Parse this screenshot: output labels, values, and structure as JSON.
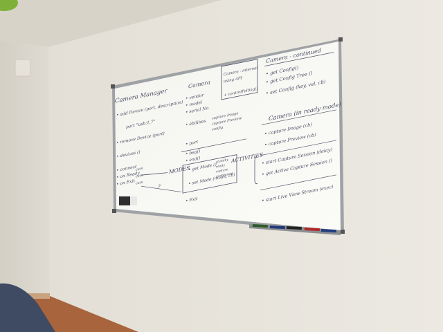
{
  "whiteboard": {
    "section1": {
      "title": "Camera Manager",
      "lines": [
        "• add Device (port, description)",
        "port \"usb:1,7\"",
        "• remove Device (port)",
        "• devices ()",
        "• connect",
        "• on Ready",
        "• on Exit"
      ],
      "side_labels": [
        "cam",
        "cam",
        "cam"
      ]
    },
    "section2": {
      "title": "Camera",
      "lines": [
        "• vendor",
        "• model",
        "• serial No.",
        "• abilities",
        "• port",
        "• beg()",
        "• end()",
        "• get Mode ()",
        "• set Mode (mode, cb)",
        "• Exit"
      ],
      "notes": [
        "capture Image",
        "capture Preview",
        "config"
      ],
      "mode_notes": [
        "standby",
        "ready",
        "capture",
        "continuous"
      ],
      "box_lines": [
        "Camera - internal",
        "using API",
        "+ controlPolling()"
      ]
    },
    "section3": {
      "title": "Camera - continued",
      "lines": [
        "• get Config()",
        "• get Config Tree ()",
        "• set Config (key, val, cb)"
      ]
    },
    "section4": {
      "title": "Camera (in ready mode)",
      "lines": [
        "• capture Image (cb)",
        "• capture Preview (cb)"
      ]
    },
    "section5": {
      "lines": [
        "• start Capture Session (delay)",
        "• get Active Capture Session ()",
        "• start Live View Stream (exec)"
      ]
    },
    "labels": {
      "modes": "MODES",
      "activities": "ACTIVITIES",
      "green_note": "?"
    }
  },
  "colors": {
    "wall": "#e6e2da",
    "board": "#f7f7f2",
    "frame": "#9fa2a5",
    "ink": "#4a4d63",
    "floor": "#a8643d"
  }
}
